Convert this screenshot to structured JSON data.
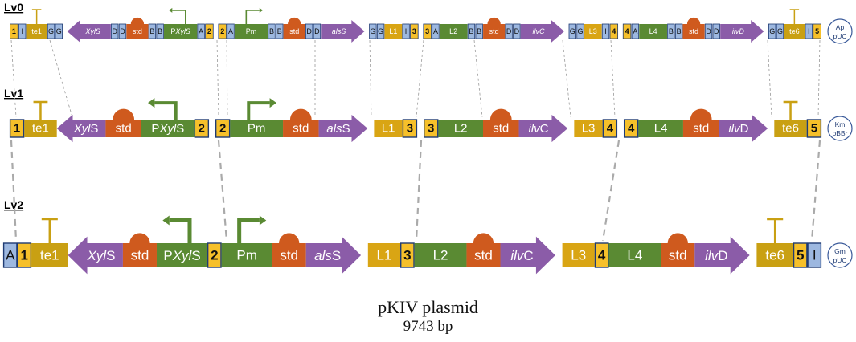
{
  "levels": {
    "lv0": {
      "label": "Lv0",
      "resistance": [
        "Ap",
        "pUC"
      ],
      "parts": [
        {
          "t": "num",
          "label": "1"
        },
        {
          "t": "ovh",
          "label": "I"
        },
        {
          "t": "ter",
          "label": "te1"
        },
        {
          "t": "ovh",
          "label": "G"
        },
        {
          "t": "ovh",
          "label": "G"
        },
        {
          "t": "gap"
        },
        {
          "t": "cds",
          "dir": "left",
          "label": "XylS",
          "italic": true
        },
        {
          "t": "ovh",
          "label": "D"
        },
        {
          "t": "ovh",
          "label": "D"
        },
        {
          "t": "rbs",
          "label": "std"
        },
        {
          "t": "ovh",
          "label": "B"
        },
        {
          "t": "ovh",
          "label": "B"
        },
        {
          "t": "pro",
          "dir": "left",
          "label": "PXylS",
          "italicPart": "XylS"
        },
        {
          "t": "ovh",
          "label": "A"
        },
        {
          "t": "num",
          "label": "2"
        },
        {
          "t": "gap"
        },
        {
          "t": "num",
          "label": "2"
        },
        {
          "t": "ovh",
          "label": "A"
        },
        {
          "t": "pro",
          "dir": "right",
          "label": "Pm"
        },
        {
          "t": "ovh",
          "label": "B"
        },
        {
          "t": "ovh",
          "label": "B"
        },
        {
          "t": "rbs",
          "label": "std"
        },
        {
          "t": "ovh",
          "label": "D"
        },
        {
          "t": "ovh",
          "label": "D"
        },
        {
          "t": "cds",
          "dir": "right",
          "label": "alsS",
          "italic": true
        },
        {
          "t": "gap"
        },
        {
          "t": "ovh",
          "label": "G"
        },
        {
          "t": "ovh",
          "label": "G"
        },
        {
          "t": "lnk",
          "label": "L1"
        },
        {
          "t": "ovh",
          "label": "I"
        },
        {
          "t": "num",
          "label": "3"
        },
        {
          "t": "gap"
        },
        {
          "t": "num",
          "label": "3"
        },
        {
          "t": "ovh",
          "label": "A"
        },
        {
          "t": "lng",
          "label": "L2"
        },
        {
          "t": "ovh",
          "label": "B"
        },
        {
          "t": "ovh",
          "label": "B"
        },
        {
          "t": "rbs",
          "label": "std"
        },
        {
          "t": "ovh",
          "label": "D"
        },
        {
          "t": "ovh",
          "label": "D"
        },
        {
          "t": "cds",
          "dir": "right",
          "label": "ilvC",
          "italic": true
        },
        {
          "t": "gap"
        },
        {
          "t": "ovh",
          "label": "G"
        },
        {
          "t": "ovh",
          "label": "G"
        },
        {
          "t": "lnk",
          "label": "L3"
        },
        {
          "t": "ovh",
          "label": "I"
        },
        {
          "t": "num",
          "label": "4"
        },
        {
          "t": "gap"
        },
        {
          "t": "num",
          "label": "4"
        },
        {
          "t": "ovh",
          "label": "A"
        },
        {
          "t": "lng",
          "label": "L4"
        },
        {
          "t": "ovh",
          "label": "B"
        },
        {
          "t": "ovh",
          "label": "B"
        },
        {
          "t": "rbs",
          "label": "std"
        },
        {
          "t": "ovh",
          "label": "D"
        },
        {
          "t": "ovh",
          "label": "D"
        },
        {
          "t": "cds",
          "dir": "right",
          "label": "ilvD",
          "italic": true
        },
        {
          "t": "gap"
        },
        {
          "t": "ovh",
          "label": "G"
        },
        {
          "t": "ovh",
          "label": "G"
        },
        {
          "t": "ter",
          "label": "te6"
        },
        {
          "t": "ovh",
          "label": "I"
        },
        {
          "t": "num",
          "label": "5"
        }
      ]
    },
    "lv1": {
      "label": "Lv1",
      "resistance": [
        "Km",
        "pBBr"
      ],
      "parts": [
        {
          "t": "num",
          "label": "1"
        },
        {
          "t": "ter",
          "label": "te1"
        },
        {
          "t": "cds",
          "dir": "left",
          "label": "XylS",
          "italicPart": "Xyl"
        },
        {
          "t": "rbs",
          "label": "std"
        },
        {
          "t": "pro",
          "dir": "left",
          "label": "PXylS",
          "italicPart": "Xyl"
        },
        {
          "t": "num",
          "label": "2"
        },
        {
          "t": "gap"
        },
        {
          "t": "num",
          "label": "2"
        },
        {
          "t": "pro",
          "dir": "right",
          "label": "Pm"
        },
        {
          "t": "rbs",
          "label": "std"
        },
        {
          "t": "cds",
          "dir": "right",
          "label": "alsS",
          "italicPart": "als"
        },
        {
          "t": "gap"
        },
        {
          "t": "lnk",
          "label": "L1"
        },
        {
          "t": "num",
          "label": "3"
        },
        {
          "t": "gap"
        },
        {
          "t": "num",
          "label": "3"
        },
        {
          "t": "lng",
          "label": "L2"
        },
        {
          "t": "rbs",
          "label": "std"
        },
        {
          "t": "cds",
          "dir": "right",
          "label": "ilvC",
          "italicPart": "ilv"
        },
        {
          "t": "gap"
        },
        {
          "t": "lnk",
          "label": "L3"
        },
        {
          "t": "num",
          "label": "4"
        },
        {
          "t": "gap"
        },
        {
          "t": "num",
          "label": "4"
        },
        {
          "t": "lng",
          "label": "L4"
        },
        {
          "t": "rbs",
          "label": "std"
        },
        {
          "t": "cds",
          "dir": "right",
          "label": "ilvD",
          "italicPart": "ilv"
        },
        {
          "t": "gap"
        },
        {
          "t": "ter",
          "label": "te6"
        },
        {
          "t": "num",
          "label": "5"
        }
      ]
    },
    "lv2": {
      "label": "Lv2",
      "resistance": [
        "Gm",
        "pUC"
      ],
      "parts": [
        {
          "t": "ovh",
          "label": "A"
        },
        {
          "t": "num",
          "label": "1"
        },
        {
          "t": "ter",
          "label": "te1"
        },
        {
          "t": "cds",
          "dir": "left",
          "label": "XylS",
          "italicPart": "Xyl"
        },
        {
          "t": "rbs",
          "label": "std"
        },
        {
          "t": "pro",
          "dir": "left",
          "label": "PXylS",
          "italicPart": "Xyl"
        },
        {
          "t": "num",
          "label": "2"
        },
        {
          "t": "pro",
          "dir": "right",
          "label": "Pm"
        },
        {
          "t": "rbs",
          "label": "std"
        },
        {
          "t": "cds",
          "dir": "right",
          "label": "alsS",
          "italicPart": "als"
        },
        {
          "t": "gap"
        },
        {
          "t": "lnk",
          "label": "L1"
        },
        {
          "t": "num",
          "label": "3"
        },
        {
          "t": "lng",
          "label": "L2"
        },
        {
          "t": "rbs",
          "label": "std"
        },
        {
          "t": "cds",
          "dir": "right",
          "label": "ilvC",
          "italicPart": "ilv"
        },
        {
          "t": "gap"
        },
        {
          "t": "lnk",
          "label": "L3"
        },
        {
          "t": "num",
          "label": "4"
        },
        {
          "t": "lng",
          "label": "L4"
        },
        {
          "t": "rbs",
          "label": "std"
        },
        {
          "t": "cds",
          "dir": "right",
          "label": "ilvD",
          "italicPart": "ilv"
        },
        {
          "t": "gap"
        },
        {
          "t": "ter",
          "label": "te6"
        },
        {
          "t": "num",
          "label": "5"
        },
        {
          "t": "ovh",
          "label": "I"
        }
      ]
    }
  },
  "caption": {
    "title": "pKIV plasmid",
    "size": "9743 bp"
  },
  "colors": {
    "terminator": "#c9a013",
    "linker": "#d9a514",
    "rbs": "#cf5a1e",
    "promoter": "#5a8a33",
    "cds": "#8b5ca8",
    "overhang": "#9db8e0",
    "number": "#f6c02a",
    "outline": "#1f3b73"
  }
}
